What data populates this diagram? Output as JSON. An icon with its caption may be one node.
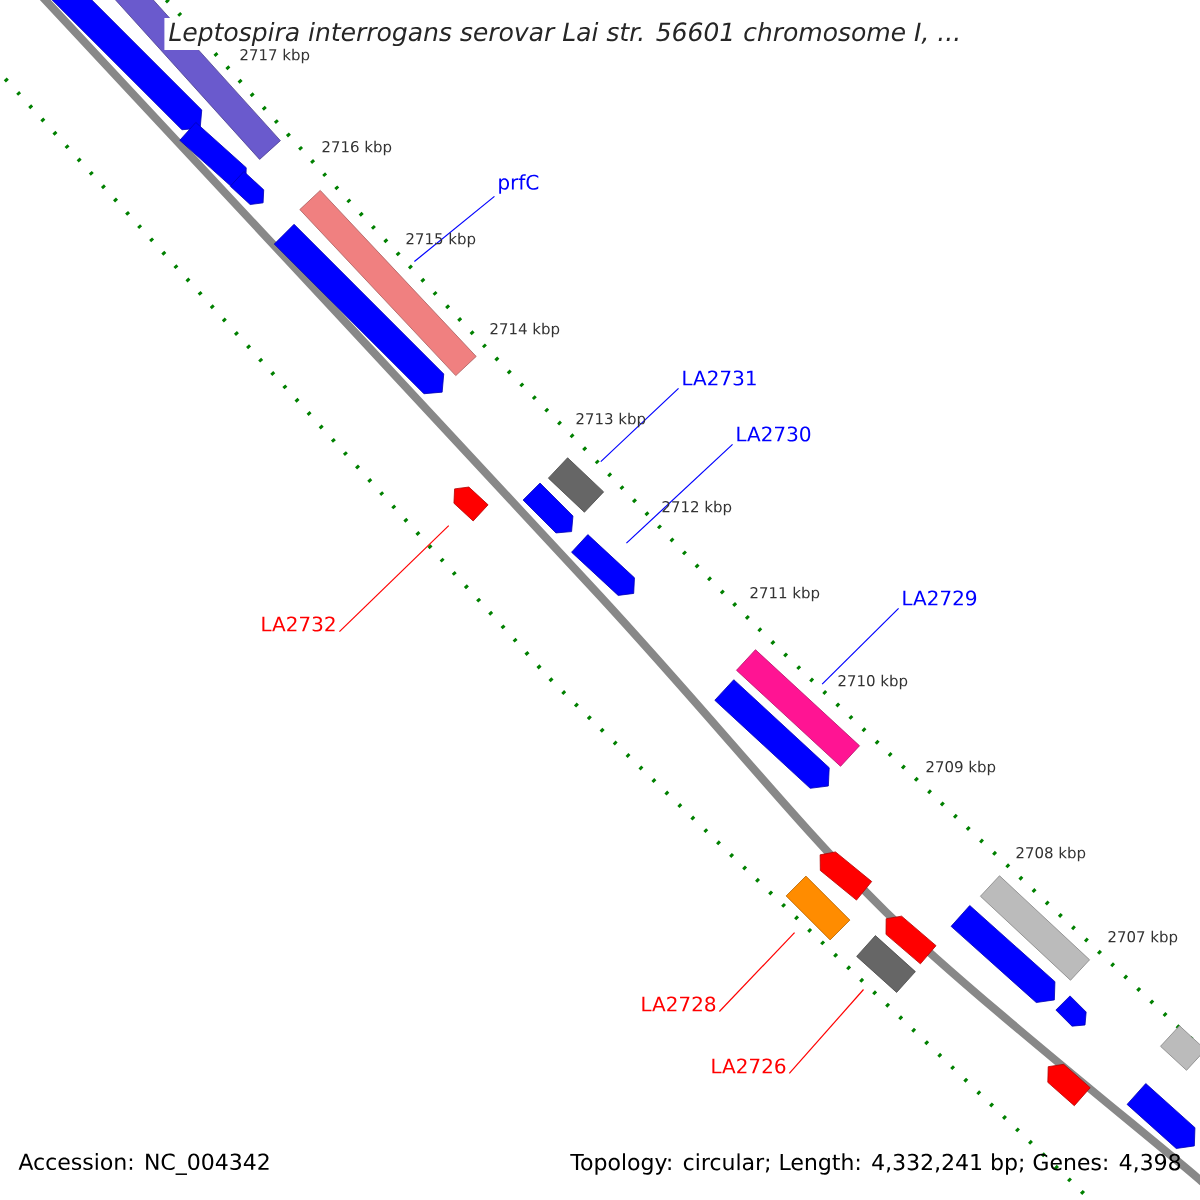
{
  "diagram": {
    "title": "Leptospira interrogans serovar Lai str. 56601 chromosome I, ...",
    "nodes": [
      {
        "text": [
          "prfC"
        ]
      },
      {
        "text": [
          "LA2731"
        ]
      },
      {
        "text": [
          "LA2730"
        ]
      },
      {
        "text": [
          "LA2729"
        ]
      },
      {
        "text": [
          "LA2732"
        ]
      },
      {
        "text": [
          "LA2728"
        ]
      },
      {
        "text": [
          "LA2726"
        ]
      },
      {
        "text": [],
        "shape": "pentagon"
      },
      {
        "text": [],
        "shape": "bar"
      },
      {
        "text": [],
        "shape": "pentagon"
      },
      {
        "text": [],
        "shape": "pentagon"
      },
      {
        "text": [],
        "shape": "bar"
      },
      {
        "text": [],
        "shape": "pentagon"
      },
      {
        "text": [],
        "shape": "bar"
      },
      {
        "text": [],
        "shape": "pentagon"
      },
      {
        "text": [],
        "shape": "pentagon"
      },
      {
        "text": [],
        "shape": "pentagon"
      },
      {
        "text": [],
        "shape": "bar"
      },
      {
        "text": [],
        "shape": "pentagon"
      },
      {
        "text": [],
        "shape": "pentagon"
      },
      {
        "text": [],
        "shape": "bar"
      },
      {
        "text": [],
        "shape": "bar"
      },
      {
        "text": [],
        "shape": "pentagon"
      },
      {
        "text": [],
        "shape": "pentagon"
      },
      {
        "text": [],
        "shape": "bar"
      },
      {
        "text": [],
        "shape": "pentagon"
      },
      {
        "text": [],
        "shape": "bar"
      },
      {
        "text": [],
        "shape": "pentagon"
      },
      {
        "text": [],
        "shape": "pentagon"
      }
    ],
    "edges": [
      {
        "from": 0,
        "to": 11,
        "arrow": "none"
      },
      {
        "from": 1,
        "to": 13,
        "arrow": "none"
      },
      {
        "from": 2,
        "to": 16,
        "arrow": "none"
      },
      {
        "from": 3,
        "to": 17,
        "arrow": "none"
      },
      {
        "from": 4,
        "to": 14,
        "arrow": "none",
        "color": "#ff0000"
      },
      {
        "from": 5,
        "to": 20,
        "arrow": "none",
        "color": "#ff0000"
      },
      {
        "from": 6,
        "to": 24,
        "arrow": "none",
        "color": "#ff0000"
      }
    ],
    "labels": [
      "2717 kbp",
      "2716 kbp",
      "2715 kbp",
      "2714 kbp",
      "2713 kbp",
      "2712 kbp",
      "2711 kbp",
      "2710 kbp",
      "2709 kbp",
      "2708 kbp",
      "2707 kbp",
      "Accession: NC_004342",
      "Topology: circular; Length: 4,332,241 bp; Genes: 4,398"
    ]
  }
}
